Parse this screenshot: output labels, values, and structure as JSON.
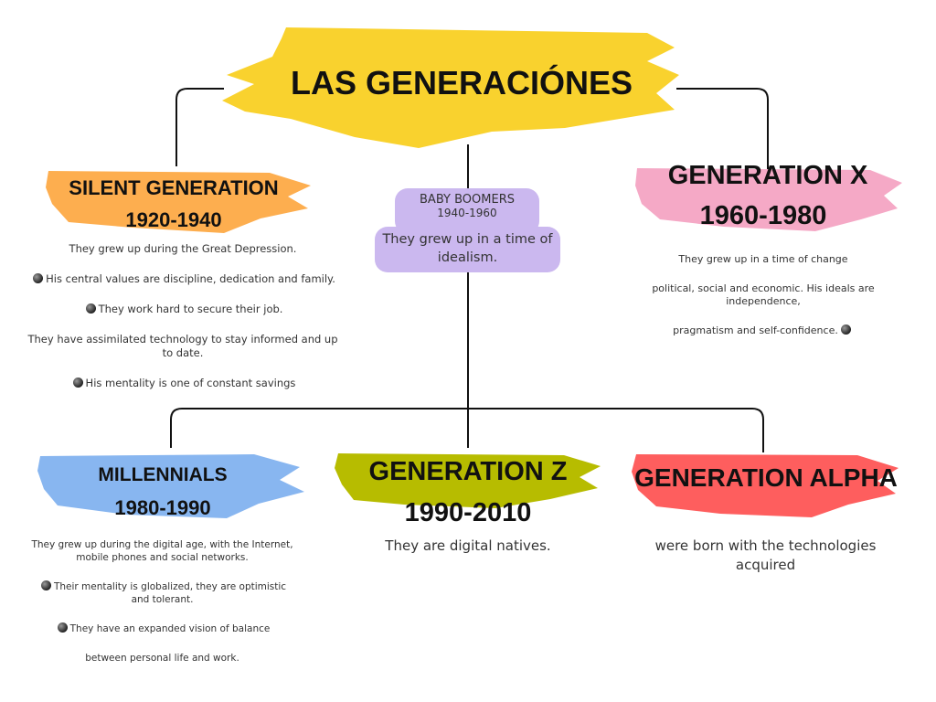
{
  "title": "LAS GENERACIÓNES",
  "colors": {
    "yellow": "#f9d22e",
    "orange": "#fdae4f",
    "pink": "#f5a9c6",
    "lavender": "#cbb8ef",
    "blue": "#88b6f0",
    "olive": "#b7bc00",
    "red": "#fe5e5e",
    "line": "#111111"
  },
  "silent": {
    "name": "SILENT GENERATION",
    "years": "1920-1940",
    "lines": [
      "They grew up during the Great Depression.",
      "His central values are discipline, dedication and family.",
      "They work hard to secure their job.",
      "They have assimilated technology to stay informed and up to date.",
      "His mentality is one of constant savings"
    ]
  },
  "boomers": {
    "name": "BABY BOOMERS",
    "years": "1940-1960",
    "desc": "They grew up in a time of idealism."
  },
  "genx": {
    "name": "GENERATION X",
    "years": "1960-1980",
    "lines": [
      "They grew up in a time of change",
      "political, social and economic. His ideals are independence,",
      "pragmatism and self-confidence."
    ]
  },
  "millennials": {
    "name": "MILLENNIALS",
    "years": "1980-1990",
    "lines": [
      "They grew up during the digital age, with the Internet, mobile phones and social networks.",
      "Their mentality is globalized, they are optimistic and tolerant.",
      "They have an expanded vision of balance",
      "between personal life and work."
    ]
  },
  "genz": {
    "name": "GENERATION Z",
    "years": "1990-2010",
    "desc": "They are digital natives."
  },
  "alpha": {
    "name": "GENERATION ALPHA",
    "desc": "were born with the technologies acquired"
  }
}
